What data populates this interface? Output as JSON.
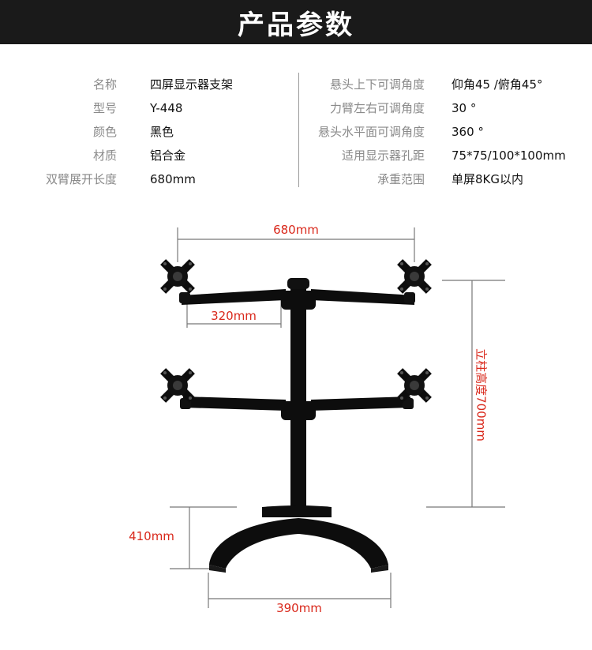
{
  "header": {
    "title": "产品参数"
  },
  "specs": {
    "left": [
      {
        "label": "名称",
        "value": "四屏显示器支架"
      },
      {
        "label": "型号",
        "value": "Y-448"
      },
      {
        "label": "颜色",
        "value": "黑色"
      },
      {
        "label": "材质",
        "value": "铝合金"
      },
      {
        "label": "双臂展开长度",
        "value": "680mm"
      }
    ],
    "right": [
      {
        "label": "悬头上下可调角度",
        "value": "仰角45  /俯角45°"
      },
      {
        "label": "力臂左右可调角度",
        "value": "30 °"
      },
      {
        "label": "悬头水平面可调角度",
        "value": "360 °"
      },
      {
        "label": "适用显示器孔距",
        "value": "75*75/100*100mm"
      },
      {
        "label": "承重范围",
        "value": "单屏8KG以内"
      }
    ]
  },
  "dimensions": {
    "arm_span": "680mm",
    "single_arm": "320mm",
    "pole_height": "立柱高度700mm",
    "base_depth": "410mm",
    "base_width": "390mm"
  },
  "colors": {
    "banner_bg": "#1a1a1a",
    "dimension_text": "#d9281b",
    "product": "#0d0d0d"
  }
}
